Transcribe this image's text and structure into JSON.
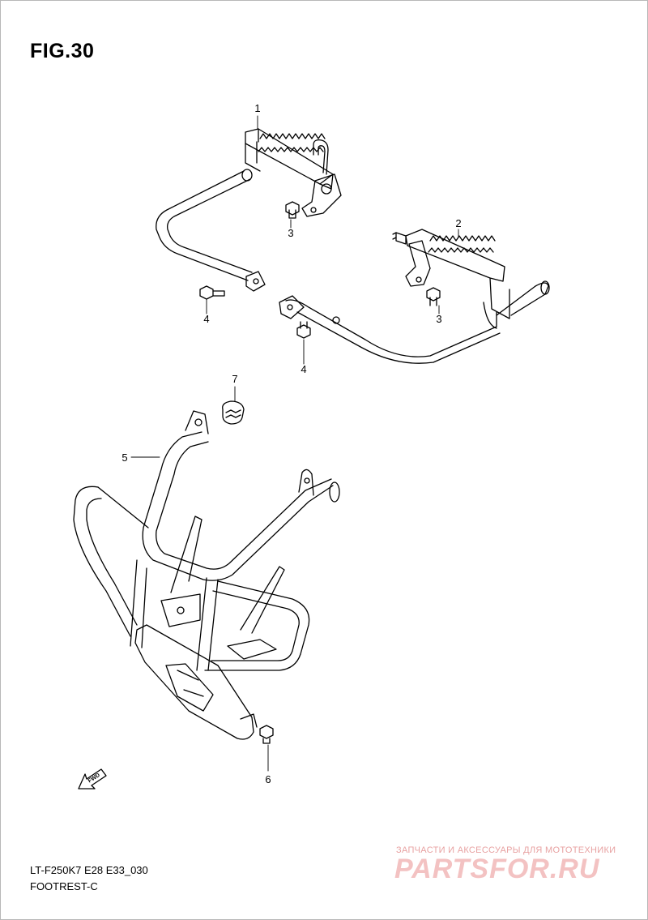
{
  "figure": {
    "title": "FIG.30"
  },
  "callouts": [
    {
      "id": "1",
      "part": "footrest-right"
    },
    {
      "id": "2",
      "part": "footrest-left"
    },
    {
      "id": "3",
      "part": "bolt"
    },
    {
      "id": "3",
      "part": "bolt"
    },
    {
      "id": "4",
      "part": "bolt"
    },
    {
      "id": "4",
      "part": "bolt"
    },
    {
      "id": "5",
      "part": "front-guard"
    },
    {
      "id": "7",
      "part": "cap"
    },
    {
      "id": "6",
      "part": "bolt"
    }
  ],
  "direction_arrow": {
    "label": "FWD"
  },
  "footer": {
    "model_code": "LT-F250K7 E28 E33_030",
    "section_name": "FOOTREST-C"
  },
  "watermark": {
    "tagline": "ЗАПЧАСТИ И АКСЕССУАРЫ ДЛЯ МОТОТЕХНИКИ",
    "logo": "PARTSFOR.RU",
    "color": "#f3c2c2"
  },
  "colors": {
    "line": "#000000",
    "background": "#ffffff"
  }
}
